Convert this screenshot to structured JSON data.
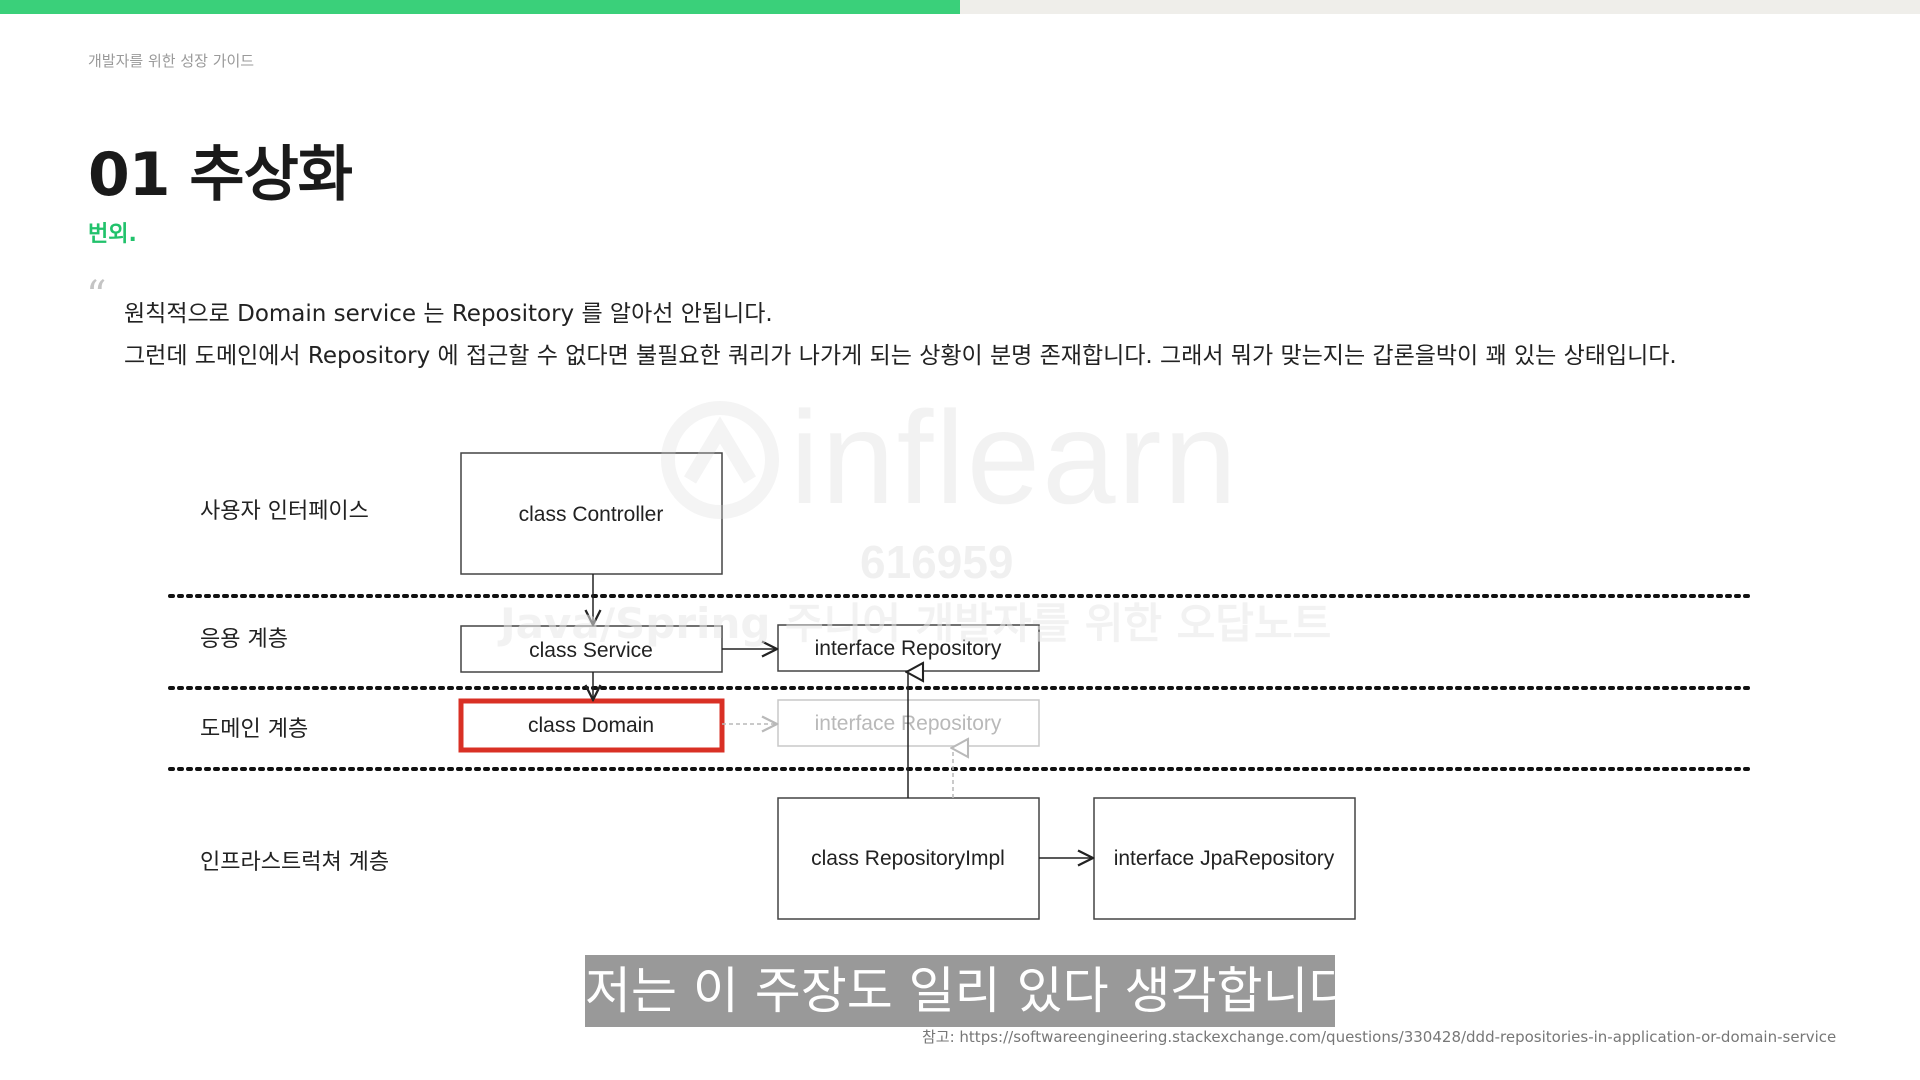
{
  "progress": {
    "fraction": 0.5
  },
  "header": {
    "kicker": "개발자를 위한 성장 가이드"
  },
  "slide": {
    "title": "01 추상화",
    "subtitle": "번외.",
    "quote": {
      "line1": "원칙적으로 Domain service 는 Repository 를 알아선 안됩니다.",
      "line2": "그런데 도메인에서 Repository 에 접근할 수 없다면 불필요한 쿼리가 나가게 되는 상황이 분명 존재합니다. 그래서 뭐가 맞는지는 갑론을박이 꽤 있는 상태입니다."
    }
  },
  "diagram": {
    "layers": {
      "ui": "사용자 인터페이스",
      "application": "응용 계층",
      "domain": "도메인 계층",
      "infrastructure": "인프라스트럭쳐 계층"
    },
    "boxes": {
      "controller": "class Controller",
      "service": "class Service",
      "repository_app": "interface Repository",
      "domain": "class Domain",
      "repository_domain": "interface Repository",
      "repository_impl": "class RepositoryImpl",
      "jpa_repository": "interface JpaRepository"
    },
    "colors": {
      "highlight": "#d93025",
      "line": "#222222",
      "faded": "#b9b9b9"
    }
  },
  "watermark": {
    "logo": "inflearn",
    "id": "616959",
    "course": "Java/Spring 주니어 개발자를 위한 오답노트"
  },
  "caption": "저는 이 주장도 일리 있다 생각합니다",
  "reference": "참고: https://softwareengineering.stackexchange.com/questions/330428/ddd-repositories-in-application-or-domain-service"
}
